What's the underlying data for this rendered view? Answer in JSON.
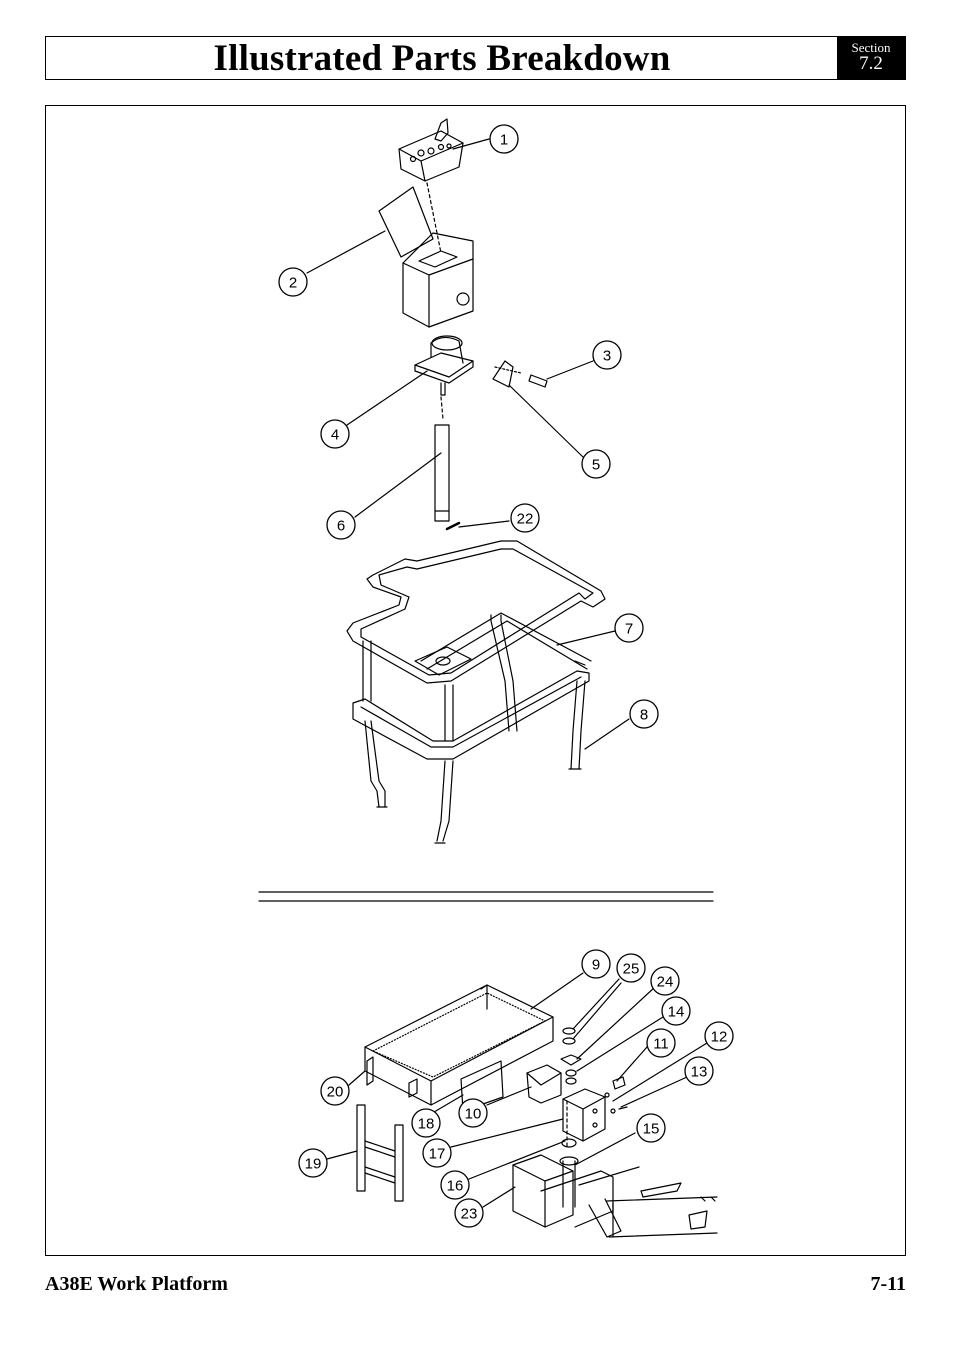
{
  "header": {
    "title": "Illustrated Parts Breakdown",
    "section_label": "Section",
    "section_number": "7.2"
  },
  "diagram": {
    "callouts": [
      "1",
      "2",
      "3",
      "4",
      "5",
      "6",
      "22",
      "7",
      "8",
      "9",
      "25",
      "24",
      "14",
      "11",
      "12",
      "13",
      "20",
      "18",
      "10",
      "17",
      "19",
      "16",
      "15",
      "23"
    ]
  },
  "footer": {
    "product": "A38E Work Platform",
    "page": "7-11"
  }
}
